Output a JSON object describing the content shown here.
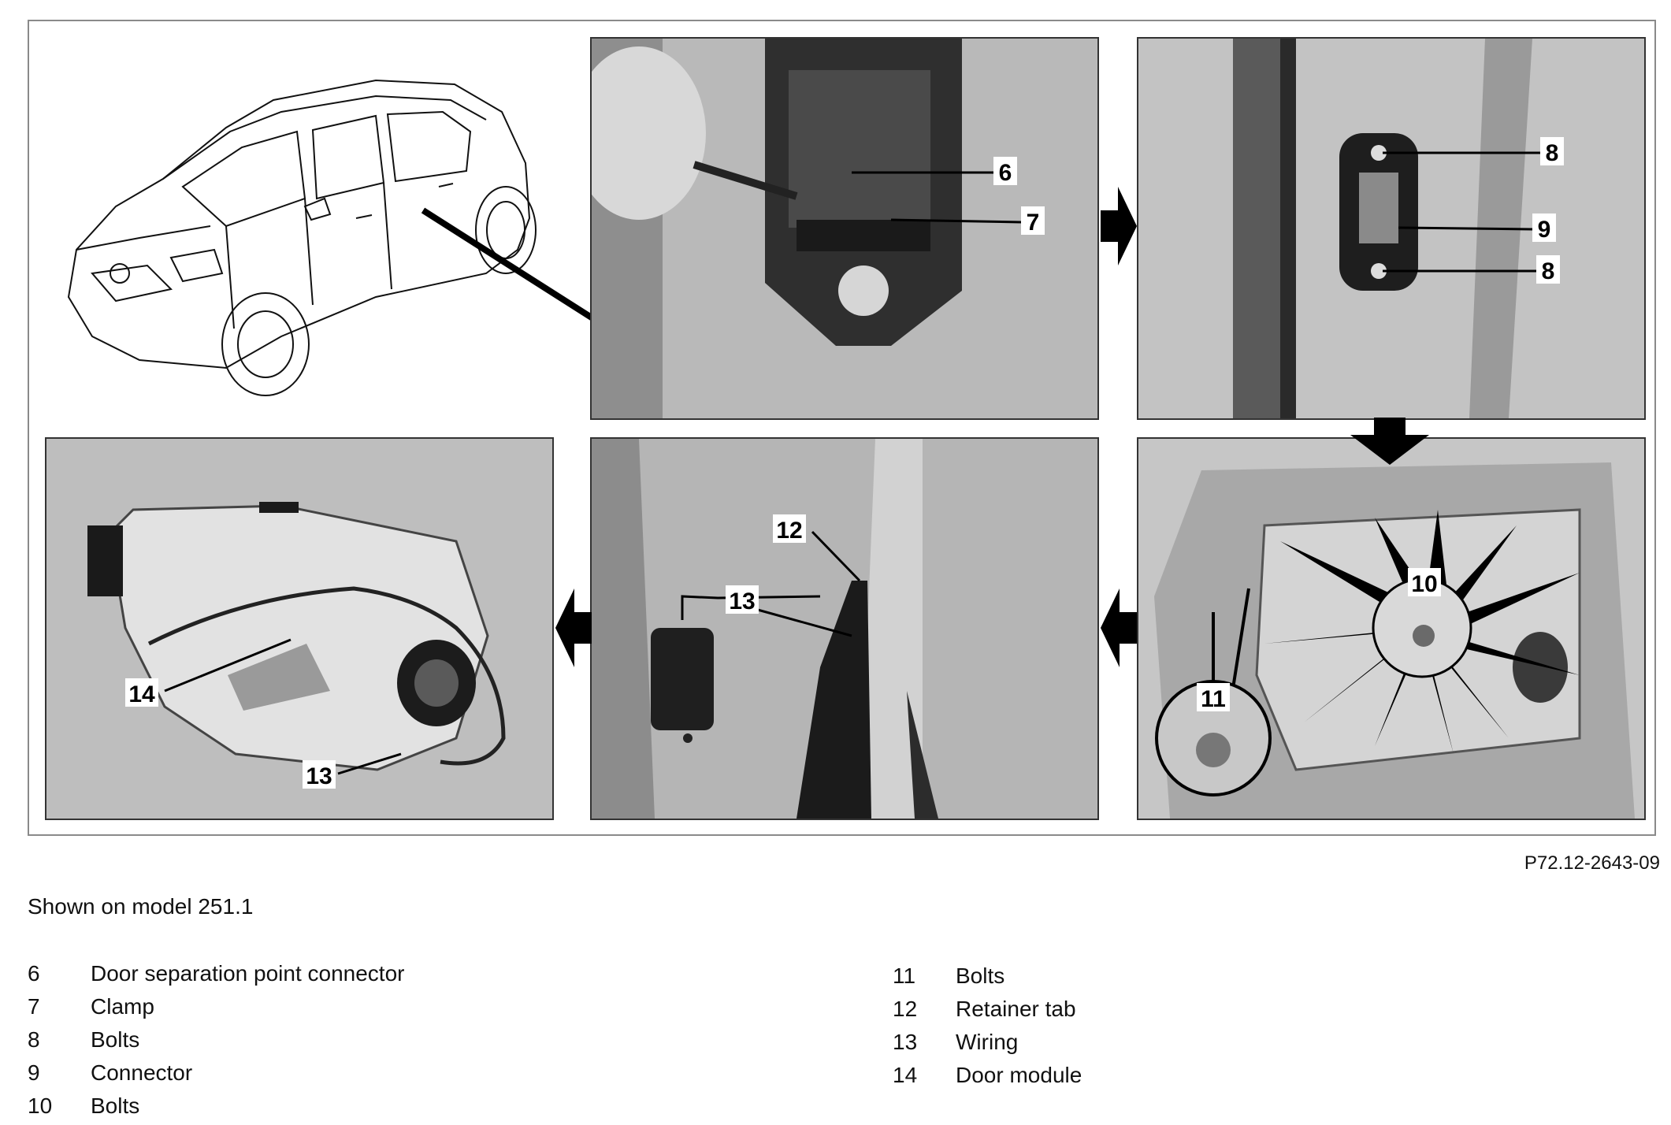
{
  "figure": {
    "code": "P72.12-2643-09",
    "caption": "Shown on model 251.1",
    "callouts": {
      "p2_a": "6",
      "p2_b": "7",
      "p3_a": "8",
      "p3_b": "9",
      "p3_c": "8",
      "p4_a": "10",
      "p4_b": "11",
      "p5_a": "12",
      "p5_b": "13",
      "p6_a": "14",
      "p6_b": "13"
    }
  },
  "legend": {
    "left": [
      {
        "num": "6",
        "label": "Door separation point connector"
      },
      {
        "num": "7",
        "label": "Clamp"
      },
      {
        "num": "8",
        "label": "Bolts"
      },
      {
        "num": "9",
        "label": "Connector"
      },
      {
        "num": "10",
        "label": "Bolts"
      }
    ],
    "right": [
      {
        "num": "11",
        "label": "Bolts"
      },
      {
        "num": "12",
        "label": "Retainer tab"
      },
      {
        "num": "13",
        "label": "Wiring"
      },
      {
        "num": "14",
        "label": "Door module"
      }
    ]
  },
  "colors": {
    "panel_bg": "#bdbdbd",
    "dark": "#2a2a2a",
    "arrow": "#000000"
  }
}
